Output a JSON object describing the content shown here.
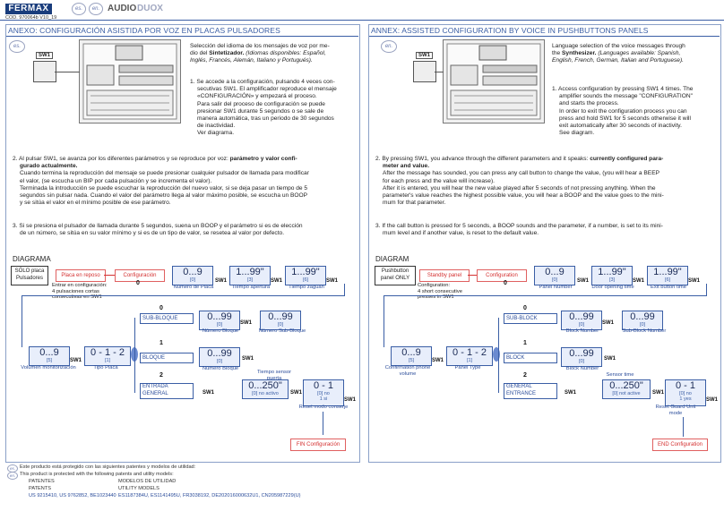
{
  "header": {
    "brand": "FERMAX",
    "code": "COD. 970064b V10_19",
    "lang_es": "es.",
    "lang_en": "en.",
    "audio": "AUDIO",
    "duox": "DUOX"
  },
  "left": {
    "title": "ANEXO: CONFIGURACIÓN ASISTIDA POR VOZ EN PLACAS PULSADORES",
    "lang": "es.",
    "sw1": "SW1",
    "intro_a": "Selección del idioma de los mensajes de voz por me-",
    "intro_b": "dio del ",
    "intro_bold": "Sintetizador.",
    "intro_it1": " (Idiomas disponibles: Español,",
    "intro_it2": "Inglés, Francés, Alemán, Italiano y Portugués).",
    "s1_a": "1. Se accede a la configuración, pulsando 4 veces con-",
    "s1_b": "secutivas SW1. El amplificador reproduce el mensaje",
    "s1_c": "«CONFIGURACIÓN» y empezará el proceso.",
    "s1_d": "Para salir del proceso de configuración se puede",
    "s1_e": "presionar SW1 durante 5 segundos o se sale de",
    "s1_f": "manera automática, tras un periodo de 30 segundos",
    "s1_g": "de inactividad.",
    "s1_h": "Ver diagrama.",
    "s2_a": "2. Al pulsar SW1, se avanza por los diferentes parámetros y se reproduce por voz: ",
    "s2_bold": "parámetro y valor confi-",
    "s2_bold2": "gurado actualmente.",
    "s2_c": "Cuando termina la reproducción del mensaje se puede presionar cualquier pulsador de llamada para modificar",
    "s2_d": "el valor, (se escucha un BIP por cada pulsación y se incrementa el valor).",
    "s2_e": "Terminada la introducción se puede escuchar la reproducción del nuevo valor, si se deja pasar un tiempo de 5",
    "s2_f": "segundos sin pulsar nada. Cuando el valor del parámetro llega al valor máximo posible, se escucha un BOOP",
    "s2_g": "y se sitúa el valor en el mínimo posible de ese parámetro.",
    "s3_a": "3. Si se presiona el pulsador de llamada durante 5 segundos, suena un BOOP y el parámetro si es de elección",
    "s3_b": "de un número, se sitúa en su valor mínimo y si es de un tipo de valor, se resetea al valor por defecto.",
    "diagram": "DIAGRAMA",
    "only_a": "SÓLO placa",
    "only_b": "Pulsadores",
    "standby": "Placa en reposo",
    "config": "Configuración",
    "enter_a": "Entrar en configuración:",
    "enter_b": "4 pulsaciones cortas",
    "enter_c": "consecutivas en SW1",
    "p1_v": "0...9",
    "p1_s": "[0]",
    "p1_l": "Número de Placa",
    "p2_v": "1...99\"",
    "p2_s": "[3]",
    "p2_l": "Tiempo apertura",
    "p3_v": "1...99\"",
    "p3_s": "[6]",
    "p3_l": "Tiempo zaguán",
    "vol_v": "0...9",
    "vol_s": "[5]",
    "vol_l": "Volumen monitorización",
    "type_v": "0 - 1 - 2",
    "type_s": "[1]",
    "type_l": "Tipo Placa",
    "sub": "SUB-BLOQUE",
    "blk": "BLOQUE",
    "gen_a": "ENTRADA",
    "gen_b": "GENERAL",
    "b_v": "0...99",
    "b_s": "[0]",
    "b_l": "Número Bloque",
    "sb_v": "0...99",
    "sb_s": "[0]",
    "sb_l": "Número Sub-Bloque",
    "bb_v": "0...99",
    "bb_s": "[0]",
    "bb_l": "Número Bloque",
    "ts_l1": "Tiempo sensor",
    "ts_l2": "puerta",
    "t_v": "0...250\"",
    "t_s": "[0] no activo",
    "r_v": "0 - 1",
    "r_s": "[0] no",
    "r_s2": "1 si",
    "r_l": "Reset modo conserje",
    "end": "FIN Configuración"
  },
  "right": {
    "title": "ANNEX: ASSISTED CONFIGURATION BY VOICE IN PUSHBUTTONS PANELS",
    "lang": "en.",
    "sw1": "SW1",
    "intro_a": "Language selection of the voice messages through",
    "intro_b": "the ",
    "intro_bold": "Synthesizer.",
    "intro_it1": " (Languages available: Spanish,",
    "intro_it2": "English, French, German, Italian and Portuguese).",
    "s1_a": "1. Access configuration by pressing SW1 4 times. The",
    "s1_b": "amplifier sounds the message \"CONFIGURATION\"",
    "s1_c": "and starts the process.",
    "s1_d": "In order to exit the configuration process you can",
    "s1_e": "press and hold SW1 for 5 seconds otherwise it will",
    "s1_f": "exit automatically after 30 seconds of inactivity.",
    "s1_g": "See diagram.",
    "s2_a": "2. By pressing SW1, you advance through the different parameters and it speaks: ",
    "s2_bold": "currently configured para-",
    "s2_bold2": "meter and value.",
    "s2_c": "After the message has sounded, you can press any call button to change the value, (you will hear a BEEP",
    "s2_d": "for each press and the value will increase).",
    "s2_e": "After it is entered, you will hear the new value played after 5 seconds of not pressing anything. When the",
    "s2_f": "parameter's value reaches the highest possible value, you will hear a BOOP and the value goes to the mini-",
    "s2_g": "mum for that parameter.",
    "s3_a": "3. If the call button is pressed for 5 seconds, a BOOP sounds and the parameter, if a number, is set to its mini-",
    "s3_b": "mum level and if another value, is reset to the default value.",
    "diagram": "DIAGRAM",
    "only_a": "Pushbutton",
    "only_b": "panel ONLY",
    "standby": "Standby panel",
    "config": "Configuration",
    "enter_a": "Configuration:",
    "enter_b": "4 short consecutive",
    "enter_c": "presses in SW1",
    "p1_v": "0...9",
    "p1_s": "[0]",
    "p1_l": "Panel Number",
    "p2_v": "1...99\"",
    "p2_s": "[3]",
    "p2_l": "Door opening time",
    "p3_v": "1...99\"",
    "p3_s": "[6]",
    "p3_l": "Exit button time",
    "vol_v": "0...9",
    "vol_s": "[5]",
    "vol_l": "Confirmation phone volume",
    "type_v": "0 - 1 - 2",
    "type_s": "[1]",
    "type_l": "Panel Type",
    "sub": "SUB-BLOCK",
    "blk": "BLOCK",
    "gen_a": "GENERAL",
    "gen_b": "ENTRANCE",
    "b_v": "0...99",
    "b_s": "[0]",
    "b_l": "Block Number",
    "sb_v": "0...99",
    "sb_s": "[0]",
    "sb_l": "Sub-Block Number",
    "bb_v": "0...99",
    "bb_s": "[0]",
    "bb_l": "Block Number",
    "ts_l1": "Sensor time",
    "ts_l2": "",
    "t_v": "0...250\"",
    "t_s": "[0] not active",
    "r_v": "0 - 1",
    "r_s": "[0] no",
    "r_s2": "1 yes",
    "r_l": "Reset Guard Unit mode",
    "end": "END Configuration"
  },
  "footer": {
    "es_line": "Este producto está protegido con las siguientes patentes y modelos de utilidad:",
    "en_line": "This product is protected with the following patents and utility models:",
    "pat_es": "PATENTES",
    "pat_en": "PATENTS",
    "mu_es": "MODELOS DE UTILIDAD",
    "mu_en": "UTILITY MODELS",
    "pat_nums": "US 9215410, US 9762852, BE1023440",
    "mu_nums": "ES1187384U, ES1141495U, FR3038192, DE202016000632U1, CN205987229(U)"
  }
}
